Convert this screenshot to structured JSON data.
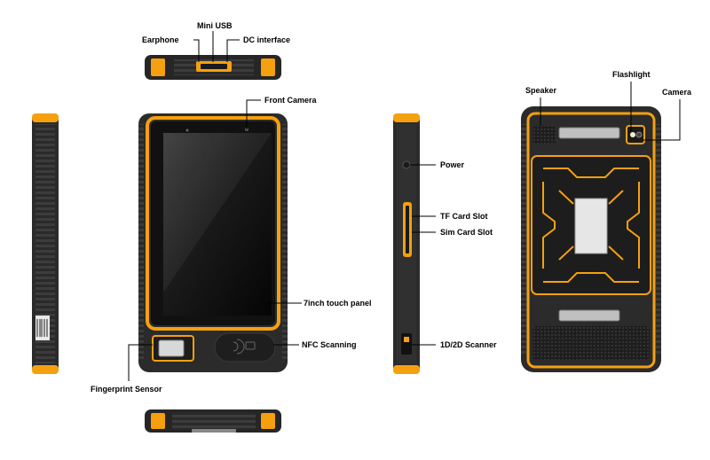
{
  "labels": {
    "mini_usb": "Mini USB",
    "earphone": "Earphone",
    "dc_interface": "DC interface",
    "front_camera": "Front Camera",
    "touch_panel": "7inch touch panel",
    "nfc_scanning": "NFC Scanning",
    "fingerprint_sensor": "Fingerprint Sensor",
    "power": "Power",
    "tf_card_slot": "TF Card Slot",
    "sim_card_slot": "Sim Card Slot",
    "scanner": "1D/2D Scanner",
    "speaker": "Speaker",
    "flashlight": "Flashlight",
    "camera": "Camera"
  },
  "colors": {
    "accent": "#f5a00f",
    "body": "#2b2b2b",
    "dark": "#161616",
    "line": "#000000"
  }
}
